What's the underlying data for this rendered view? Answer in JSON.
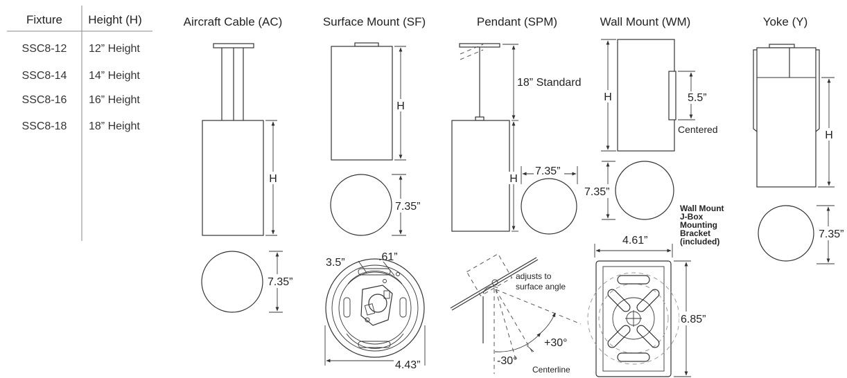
{
  "table": {
    "headers": [
      "Fixture",
      "Height (H)"
    ],
    "rows": [
      [
        "SSC8-12",
        "12” Height"
      ],
      [
        "SSC8-14",
        "14” Height"
      ],
      [
        "SSC8-16",
        "16” Height"
      ],
      [
        "SSC8-18",
        "18” Height"
      ]
    ]
  },
  "views": {
    "aircraft_cable": {
      "title": "Aircraft Cable (AC)",
      "h_label": "H",
      "diameter": "7.35”"
    },
    "surface_mount": {
      "title": "Surface Mount (SF)",
      "h_label": "H",
      "diameter": "7.35”",
      "plate_dim_a": "3.5”",
      "plate_dim_b": ".61”",
      "plate_width": "4.43”"
    },
    "pendant": {
      "title": "Pendant (SPM)",
      "stem": "18” Standard",
      "h_label": "H",
      "diameter": "7.35”",
      "adjust_note_1": "adjusts to",
      "adjust_note_2": "surface angle",
      "plus_angle": "+30°",
      "minus_angle": "-30°",
      "centerline": "Centerline"
    },
    "wall_mount": {
      "title": "Wall Mount (WM)",
      "h_label": "H",
      "offset": "5.5”",
      "centered": "Centered",
      "diameter": "7.35”",
      "bracket_width": "4.61”",
      "bracket_height": "6.85”",
      "bracket_note": [
        "Wall Mount",
        "J-Box",
        "Mounting",
        "Bracket",
        "(included)"
      ]
    },
    "yoke": {
      "title": "Yoke (Y)",
      "h_label": "H",
      "diameter": "7.35”"
    }
  }
}
